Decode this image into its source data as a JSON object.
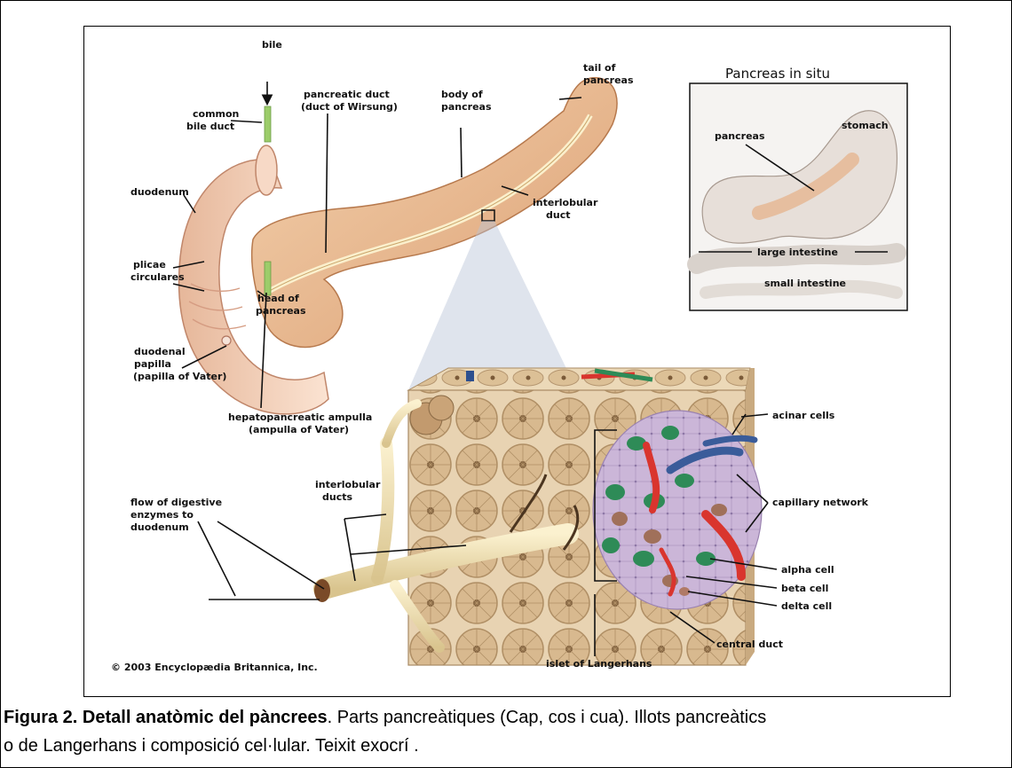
{
  "inset_title": "Pancreas in situ",
  "labels": {
    "bile": "bile",
    "common_bile_duct_1": "common",
    "common_bile_duct_2": "bile duct",
    "pancreatic_duct_1": "pancreatic duct",
    "pancreatic_duct_2": "(duct of Wirsung)",
    "body_1": "body of",
    "body_2": "pancreas",
    "tail_1": "tail of",
    "tail_2": "pancreas",
    "duodenum": "duodenum",
    "interlobular_duct_1": "interlobular",
    "interlobular_duct_2": "duct",
    "plicae_1": "plicae",
    "plicae_2": "circulares",
    "head_1": "head of",
    "head_2": "pancreas",
    "papilla_1": "duodenal",
    "papilla_2": "papilla",
    "papilla_3": "(papilla of Vater)",
    "ampulla_1": "hepatopancreatic ampulla",
    "ampulla_2": "(ampulla of Vater)",
    "acinar": "acinar cells",
    "capillary": "capillary network",
    "flow_1": "flow of digestive",
    "flow_2": "enzymes to",
    "flow_3": "duodenum",
    "interlobular_ducts_1": "interlobular",
    "interlobular_ducts_2": "ducts",
    "alpha": "alpha cell",
    "beta": "beta cell",
    "delta": "delta cell",
    "central_duct": "central duct",
    "islet": "islet of Langerhans",
    "copyright": "© 2003 Encyclopædia Britannica, Inc.",
    "inset_pancreas": "pancreas",
    "inset_stomach": "stomach",
    "inset_large": "large intestine",
    "inset_small": "small intestine"
  },
  "caption": {
    "bold": "Figura 2. Detall anatòmic del pàncrees",
    "text_1": ". Parts pancreàtiques (Cap, cos i cua). Illots pancreàtics",
    "text_2": "o de Langerhans  i composició cel·lular. Teixit exocrí ."
  },
  "colors": {
    "pancreas": "#e9b98c",
    "duodenum": "#f2cdb3",
    "duct": "#f4e6b3",
    "tissue": "#d9bc93",
    "islet": "#c9b2d6",
    "alpha": "#2e8b57",
    "beta": "#a0705a",
    "vessel_red": "#d9352e",
    "vessel_blue": "#3a5c9a",
    "bile_green": "#9ccc6a"
  }
}
